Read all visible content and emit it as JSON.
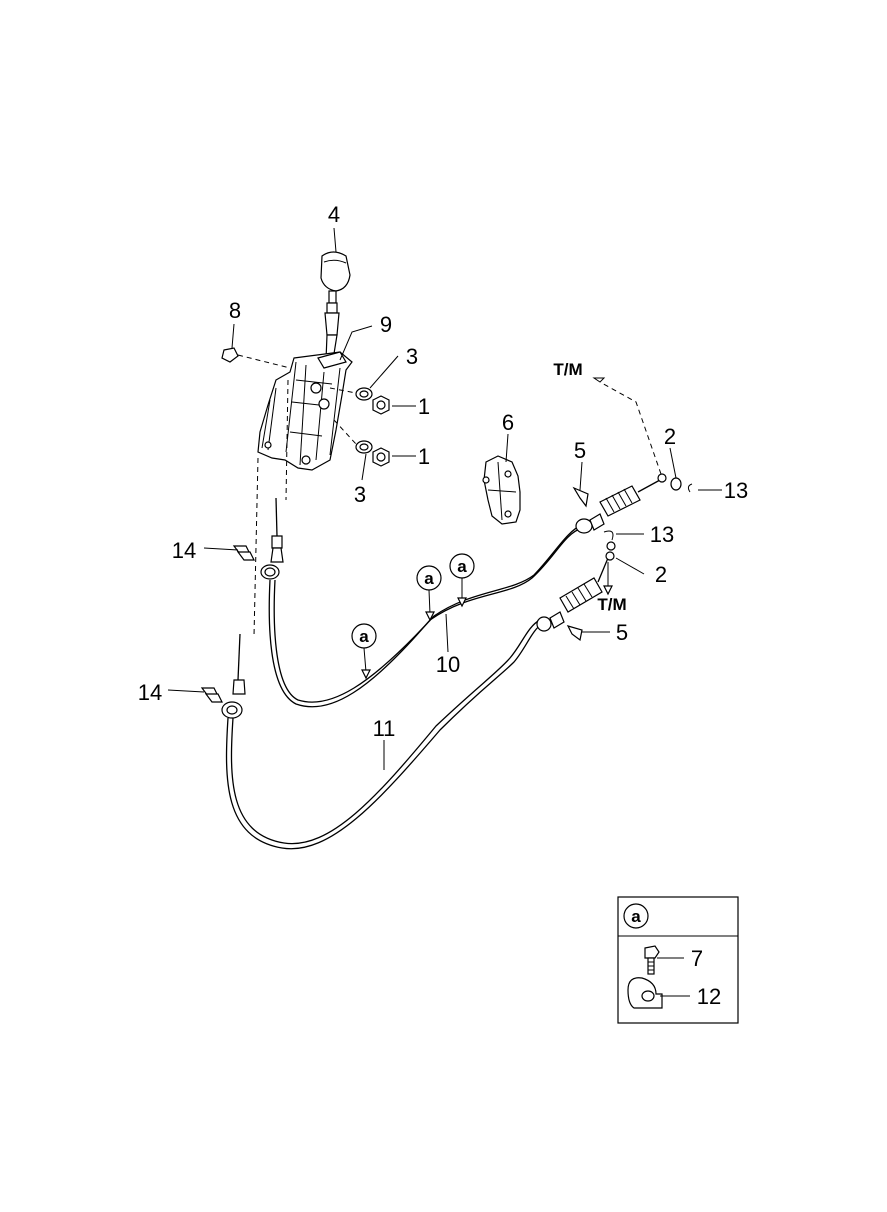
{
  "callouts": {
    "p1a": "1",
    "p1b": "1",
    "p2a": "2",
    "p2b": "2",
    "p3a": "3",
    "p3b": "3",
    "p4": "4",
    "p5a": "5",
    "p5b": "5",
    "p6": "6",
    "p7": "7",
    "p8": "8",
    "p9": "9",
    "p10": "10",
    "p11": "11",
    "p12": "12",
    "p13a": "13",
    "p13b": "13",
    "p14a": "14",
    "p14b": "14"
  },
  "markers": {
    "tm_upper": "T/M",
    "tm_lower": "T/M",
    "detail_ref": "a"
  },
  "legend": {
    "ref": "a"
  }
}
